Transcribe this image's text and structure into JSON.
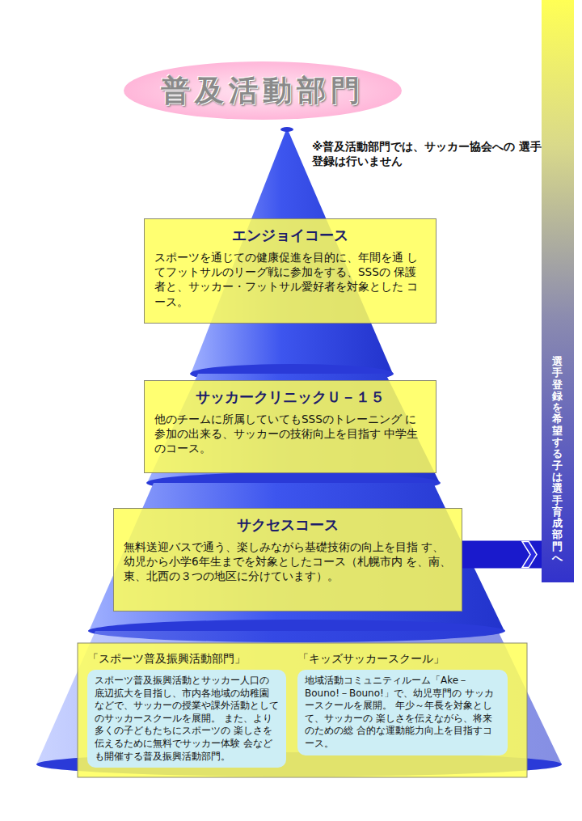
{
  "diagram": {
    "title": "普及活動部門",
    "nodes": [
      {
        "text": [
          "エンジョイコース",
          "スポーツを通じての健康促進を目的に、年間を通 してフットサルのリーグ戦に参加をする、SSSの 保護者と、サッカー・フットサル愛好者を対象とした コース。"
        ]
      },
      {
        "text": [
          "サッカークリニックＵ－１５",
          "他のチームに所属していてもSSSのトレーニング に参加の出来る、サッカーの技術向上を目指す 中学生のコース。"
        ]
      },
      {
        "text": [
          "サクセスコース",
          "無料送迎バスで通う、楽しみながら基礎技術の向上を目指 す、幼児から小学6年生までを対象としたコース（札幌市内 を、南、東、北西の３つの地区に分けています）。"
        ]
      },
      {
        "text": [
          "選手登録を希望する子は選手育成部門へ"
        ]
      },
      {
        "text": [
          "「スポーツ普及振興活動部門」",
          "スポーツ普及振興活動とサッカー人口の 底辺拡大を目指し、市内各地域の幼稚園 などで、サッカーの授業や課外活動として のサッカースクールを展開。 また、より多くの子どもたちにスポーツの 楽しさを伝えるために無料でサッカー体験 会なども開催する普及振興活動部門。"
        ]
      },
      {
        "text": [
          "「キッズサッカースクール」",
          "地域活動コミュニティルーム「Ake－ Bouno!－Bouno!」で、幼児専門の サッカースクールを展開。 年少～年長を対象として、サッカーの 楽しさを伝えながら、将来のための総 合的な運動能力向上を目指すコース。"
        ]
      }
    ],
    "edges": [
      {
        "from": 2,
        "to": 3,
        "arrow": "to"
      }
    ],
    "labels": [
      "※普及活動部門では、サッカー協会への 選手登録は行いません"
    ]
  }
}
